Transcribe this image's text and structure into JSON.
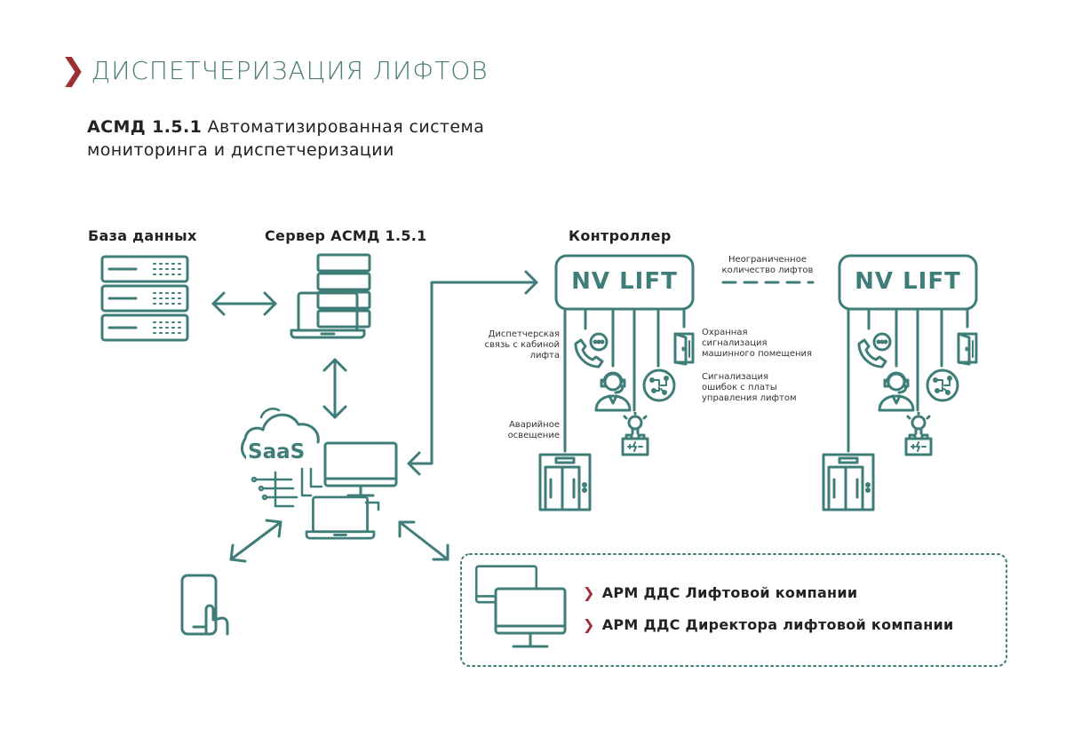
{
  "title": "ДИСПЕТЧЕРИЗАЦИЯ ЛИФТОВ",
  "subtitle": {
    "bold": "АСМД 1.5.1",
    "line1_rest": "Автоматизированная система",
    "line2": "мониторинга и диспетчеризации"
  },
  "labels": {
    "database": "База данных",
    "server": "Сервер АСМД 1.5.1",
    "controller": "Контроллер",
    "saas": "SaaS"
  },
  "controller_name": "NV LIFT",
  "unlimited": {
    "line1": "Неограниченное",
    "line2": "количество лифтов"
  },
  "annotations": {
    "dispatch": [
      "Диспетчерская",
      "связь с кабиной",
      "лифта"
    ],
    "security": [
      "Охранная",
      "сигнализация",
      "машинного помещения"
    ],
    "errors": [
      "Сигнализация",
      "ошибок с платы",
      "управления лифтом"
    ],
    "emergency": [
      "Аварийное",
      "освещение"
    ]
  },
  "arm_items": [
    "АРМ ДДС Лифтовой компании",
    "АРМ ДДС Директора лифтовой компании"
  ],
  "colors": {
    "teal": "#3f7d79",
    "accent": "#9c2f34"
  },
  "icons": [
    "server-rack-icon",
    "laptop-icon",
    "cloud-icon",
    "monitor-icon",
    "smartphone-icon",
    "phone-icon",
    "operator-icon",
    "circuit-icon",
    "door-icon",
    "lamp-icon",
    "elevator-icon"
  ]
}
